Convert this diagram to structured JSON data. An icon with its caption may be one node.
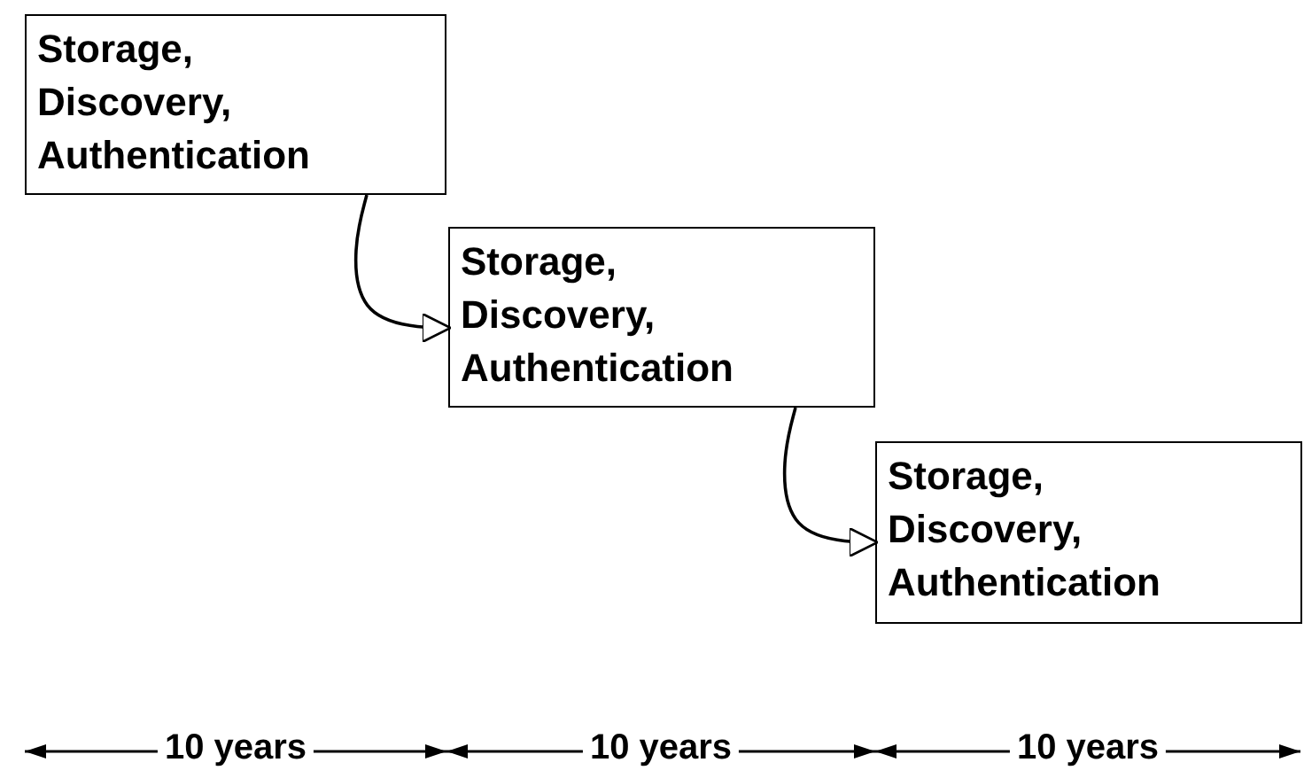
{
  "diagram": {
    "nodes": [
      {
        "text": [
          "Storage, Discovery, Authentication"
        ]
      },
      {
        "text": [
          "Storage, Discovery, Authentication"
        ]
      },
      {
        "text": [
          "Storage, Discovery, Authentication"
        ]
      }
    ],
    "edges": [
      {
        "from": 0,
        "to": 1,
        "arrow": "to"
      },
      {
        "from": 1,
        "to": 2,
        "arrow": "to"
      }
    ],
    "labels": [
      "10 years",
      "10 years",
      "10 years"
    ]
  }
}
